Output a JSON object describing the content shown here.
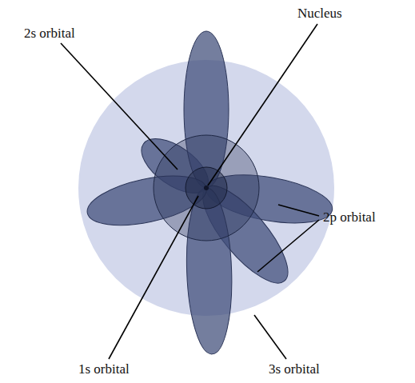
{
  "diagram": {
    "labels": [
      "2s orbital",
      "Nucleus",
      "2p orbital",
      "1s orbital",
      "3s orbital"
    ]
  }
}
